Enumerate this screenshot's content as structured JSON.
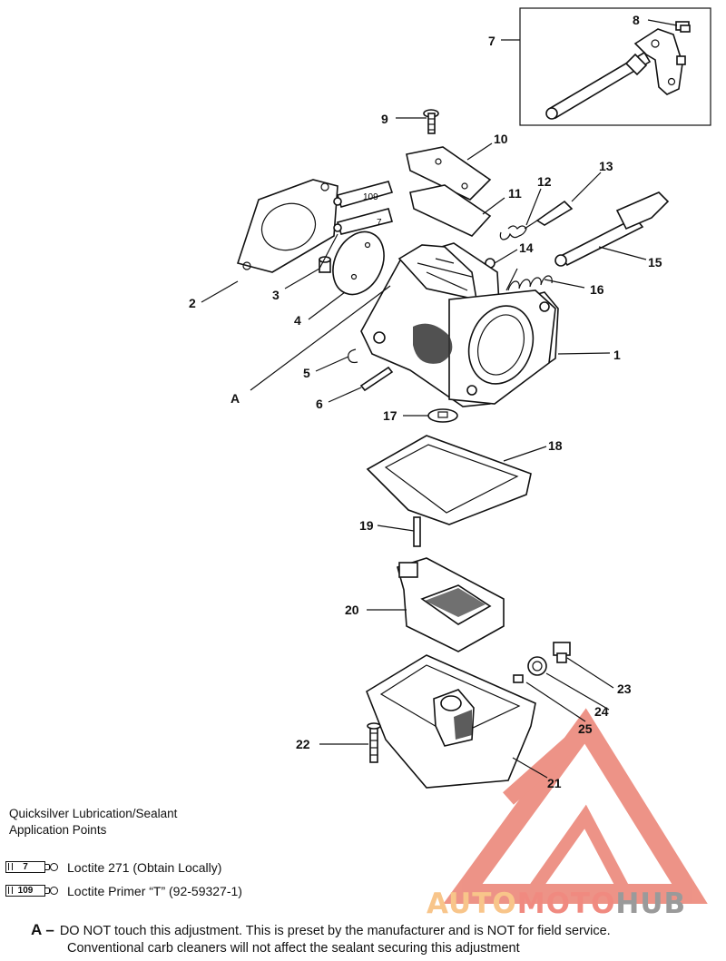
{
  "callouts": {
    "c1": "1",
    "c2": "2",
    "c3": "3",
    "c4": "4",
    "c5": "5",
    "c6": "6",
    "c7": "7",
    "c8": "8",
    "c9": "9",
    "c10": "10",
    "c11": "11",
    "c12": "12",
    "c13": "13",
    "c14": "14",
    "c15": "15",
    "c16": "16",
    "c17": "17",
    "c18": "18",
    "c19": "19",
    "c20": "20",
    "c21": "21",
    "c22": "22",
    "c23": "23",
    "c24": "24",
    "c25": "25",
    "cA": "A"
  },
  "tube_labels": {
    "t109": "109",
    "t7": "7"
  },
  "legend": {
    "title": "Quicksilver Lubrication/Sealant\nApplication Points",
    "items": [
      {
        "code": "7",
        "text": "Loctite 271 (Obtain Locally)"
      },
      {
        "code": "109",
        "text": "Loctite  Primer “T” (92-59327-1)"
      }
    ]
  },
  "note": {
    "key": "A –",
    "line1": "DO NOT touch this adjustment. This is preset by the manufacturer and is NOT for field service.",
    "line2": "Conventional carb cleaners will not affect the sealant securing this adjustment"
  },
  "watermark": {
    "part1": "AUTO",
    "part2": "MOTO",
    "part3": "HUB"
  },
  "colors": {
    "logo_red": "#e8705f",
    "logo_orange": "#f8c58a",
    "logo_gray": "#9a9a9a"
  }
}
